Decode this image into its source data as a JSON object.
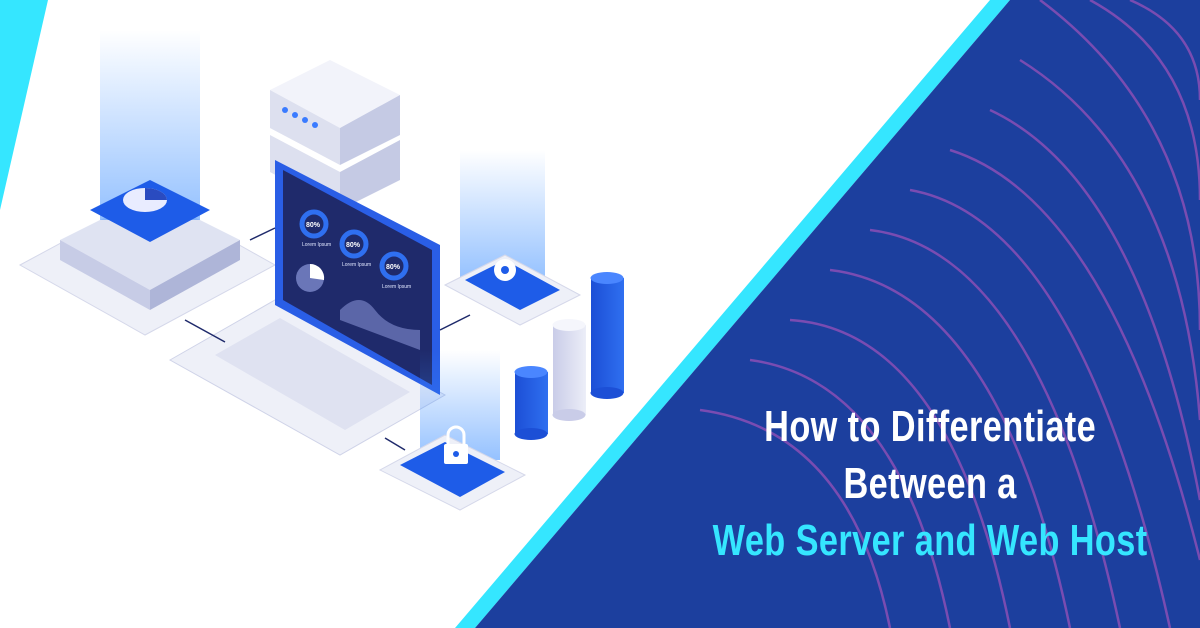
{
  "headline": {
    "line1": "How to Differentiate",
    "line2": "Between a",
    "line3": "Web Server and Web Host"
  },
  "screen": {
    "gauges": [
      {
        "value": "80%",
        "label": "Lorem Ipsum"
      },
      {
        "value": "80%",
        "label": "Lorem Ipsum"
      },
      {
        "value": "80%",
        "label": "Lorem Ipsum"
      }
    ]
  },
  "colors": {
    "panel_blue": "#1c3f9e",
    "accent_cyan": "#35e6ff",
    "curve_purple": "#8a4fb5",
    "text_white": "#ffffff"
  },
  "icons": [
    "server-stack-icon",
    "laptop-icon",
    "pie-chart-icon",
    "gear-icon",
    "padlock-icon",
    "bar-chart-icon"
  ]
}
